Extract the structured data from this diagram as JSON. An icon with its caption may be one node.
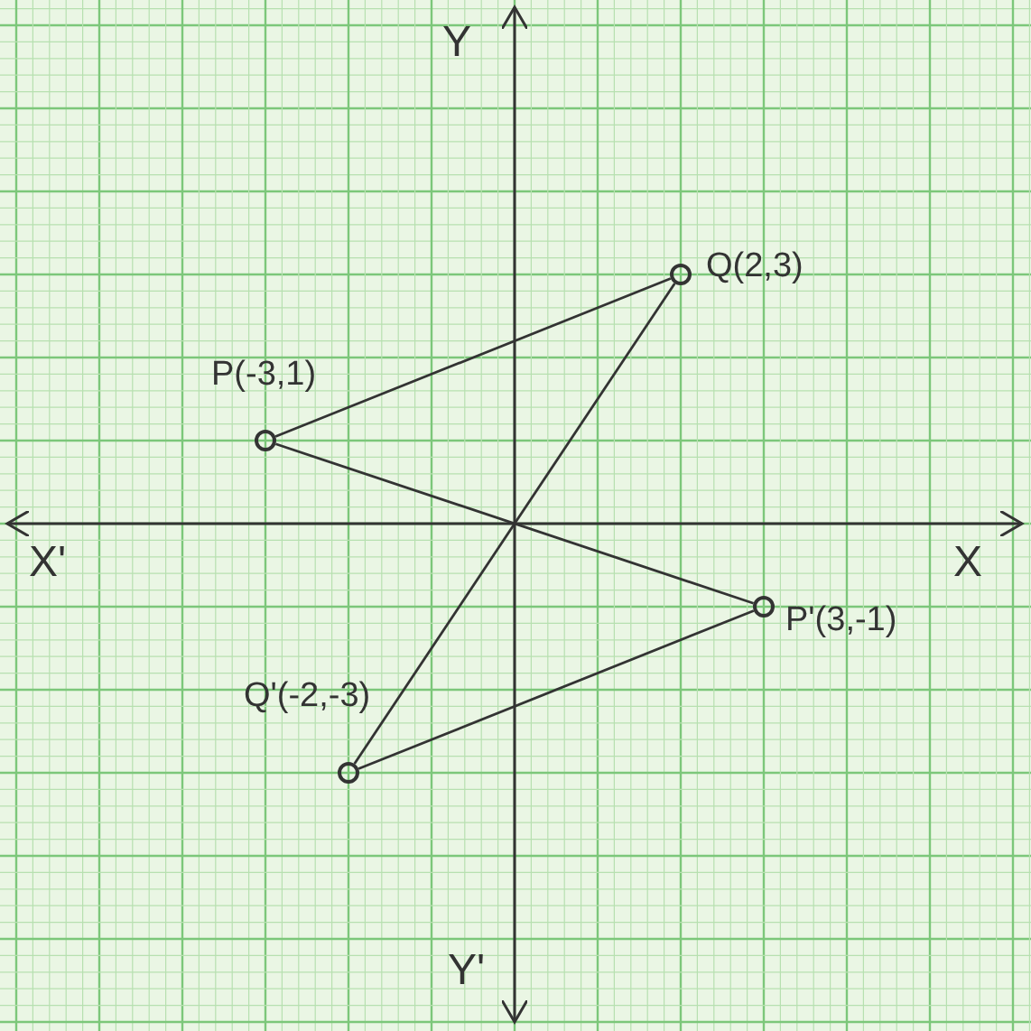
{
  "diagram": {
    "nodes": [
      {
        "text": [
          "Q(2,3)"
        ]
      },
      {
        "text": [
          "P(-3,1)"
        ]
      },
      {
        "text": [
          "P'(3,-1)"
        ]
      },
      {
        "text": [
          "Q'(-2,-3)"
        ]
      }
    ],
    "edges": [
      {
        "from": 1,
        "to": 0,
        "arrow": "none"
      },
      {
        "from": 1,
        "to": 2,
        "arrow": "none"
      },
      {
        "from": 0,
        "to": 3,
        "arrow": "none"
      },
      {
        "from": 3,
        "to": 2,
        "arrow": "none"
      }
    ],
    "labels": [
      "Y",
      "X'",
      "X",
      "Y'"
    ]
  }
}
